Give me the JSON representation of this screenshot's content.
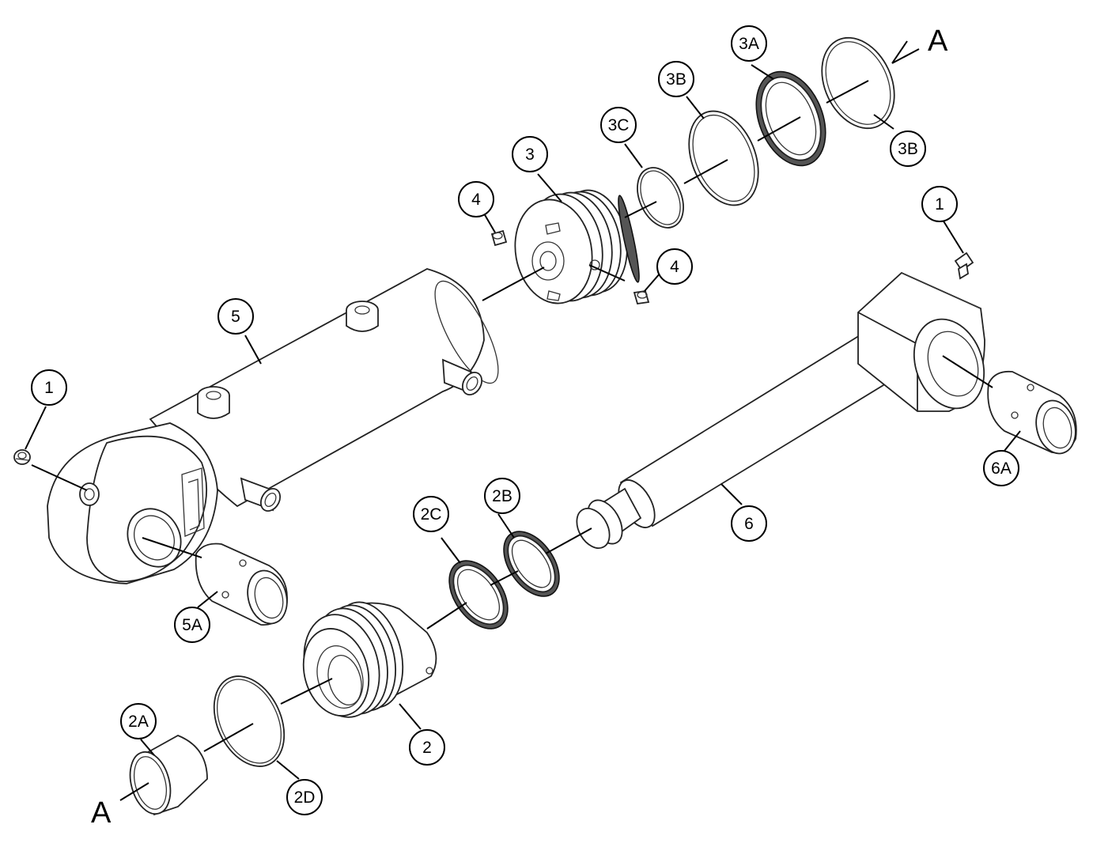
{
  "callouts": {
    "c1_left": "1",
    "c1_right": "1",
    "c2": "2",
    "c2a": "2A",
    "c2b": "2B",
    "c2c": "2C",
    "c2d": "2D",
    "c3": "3",
    "c3a": "3A",
    "c3b_top": "3B",
    "c3b_right": "3B",
    "c3c": "3C",
    "c4_top": "4",
    "c4_right": "4",
    "c5": "5",
    "c5a": "5A",
    "c6": "6",
    "c6a": "6A"
  },
  "references": {
    "top_right": "A",
    "bottom_left": "A"
  }
}
